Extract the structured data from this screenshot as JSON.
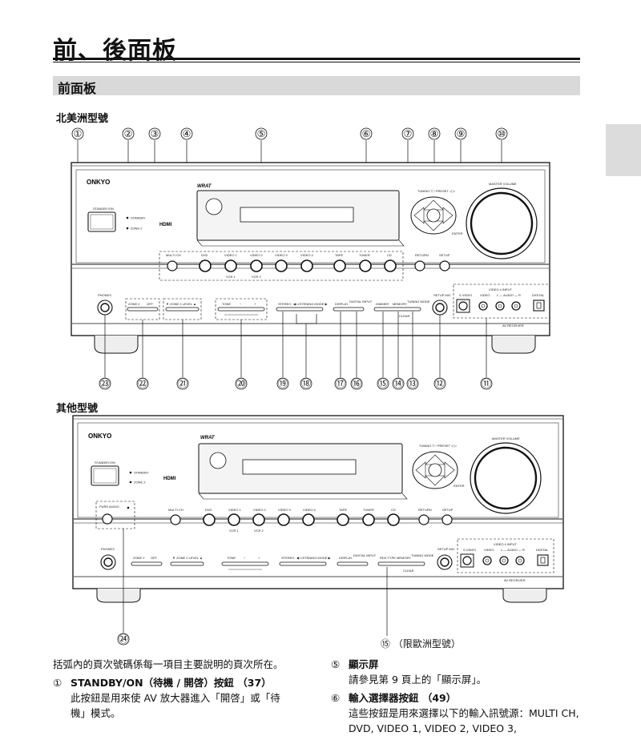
{
  "page": {
    "title": "前、後面板",
    "section": "前面板",
    "north_america_heading": "北美洲型號",
    "other_heading": "其他型號",
    "europe_note": "⑮ （限歐洲型號）"
  },
  "callouts_top": [
    "①",
    "②",
    "③",
    "④",
    "⑤",
    "⑥",
    "⑦",
    "⑧",
    "⑨",
    "⑩"
  ],
  "callouts_bottom": [
    "㉓",
    "㉒",
    "㉑",
    "⑳",
    "⑲",
    "⑱",
    "⑰",
    "⑯",
    "⑮",
    "⑭",
    "⑬",
    "⑫",
    "⑪"
  ],
  "callout_other": "㉔",
  "device": {
    "brand": "ONKYO",
    "wrat": "WRAT",
    "hdmi": "HDMI",
    "standby_on": "STANDBY/ON",
    "standby": "STANDBY",
    "zone2": "ZONE 2",
    "tuning_preset": "TUNING ▽ / PRESET ◁ ▷",
    "enter": "ENTER",
    "master_volume": "MASTER VOLUME",
    "return": "RETURN",
    "setup": "SETUP",
    "selectors": [
      "MULTI CH",
      "DVD",
      "VIDEO 1",
      "VIDEO 2",
      "VIDEO 3",
      "VIDEO 4",
      "TAPE",
      "TUNER",
      "CD"
    ],
    "vcr1": "VCR 1",
    "vcr2": "VCR 2",
    "phones": "PHONES",
    "zone2_btn": "ZONE 2",
    "off": "OFF",
    "zone2_level": "▼ ZONE 2 LEVEL ▲",
    "tone": "TONE",
    "minus": "−",
    "plus": "+",
    "stereo": "STEREO",
    "listening_mode": "◀ LISTENING MODE ▶",
    "display": "DISPLAY",
    "digital_input": "DIGITAL INPUT",
    "dimmer": "DIMMER",
    "memory": "MEMORY",
    "tuning_mode": "TUNING MODE",
    "clear": "CLEAR",
    "setup_mic": "SETUP MIC",
    "video4_input": "VIDEO 4 INPUT",
    "s_video": "S VIDEO",
    "video": "VIDEO",
    "audio_lr": "L — AUDIO — R",
    "digital": "DIGITAL",
    "av_receiver": "AV RECEIVER",
    "pure_audio": "PURE AUDIO",
    "rds_type": "RDS TYPE"
  },
  "text": {
    "intro": "括弧內的頁次號碼係每一項目主要說明的頁次所在。",
    "item1_no": "①",
    "item1_title": "STANDBY/ON（待機 / 開啓）按鈕 （37）",
    "item1_body": "此按鈕是用來使 AV 放大器進入「開啓」或「待機」模式。",
    "item5_no": "⑤",
    "item5_title": "顯示屏",
    "item5_body": "請參見第 9 頁上的「顯示屏」。",
    "item6_no": "⑥",
    "item6_title": "輸入選擇器按鈕 （49）",
    "item6_body": "這些按鈕是用來選擇以下的輸入訊號源：MULTI CH, DVD, VIDEO 1, VIDEO 2, VIDEO 3,"
  }
}
